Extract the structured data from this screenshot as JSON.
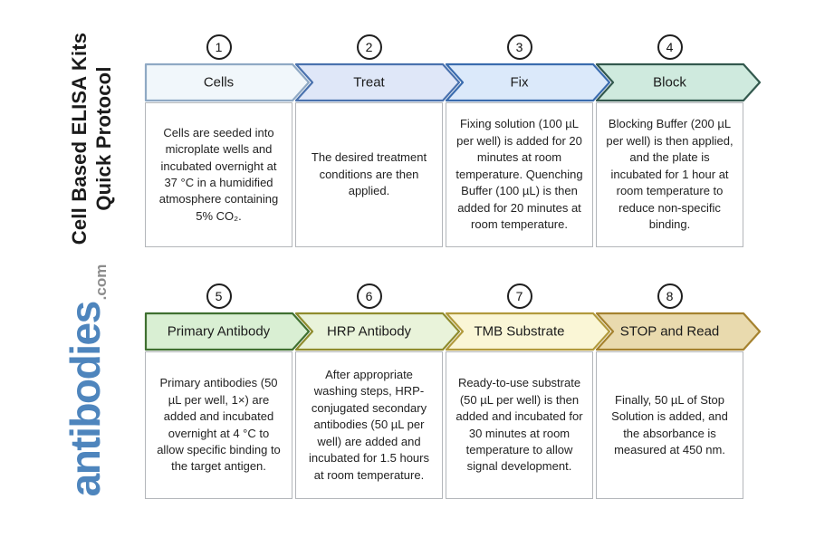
{
  "sidebar": {
    "title_line1": "Cell Based ELISA Kits",
    "title_line2": "Quick Protocol",
    "logo_text": "antibodies",
    "logo_suffix": ".com",
    "logo_color": "#4e85bd",
    "logo_suffix_color": "#8c8c8c"
  },
  "steps": [
    {
      "number": "1",
      "label": "Cells",
      "description": "Cells are seeded into microplate wells and incubated overnight at 37 °C in a humidified atmosphere containing 5% CO₂.",
      "fill": "#f1f7fb",
      "stroke": "#8fa9c4"
    },
    {
      "number": "2",
      "label": "Treat",
      "description": "The desired treatment conditions are then applied.",
      "fill": "#dfe7f8",
      "stroke": "#4a72ae"
    },
    {
      "number": "3",
      "label": "Fix",
      "description": "Fixing solution (100 µL per well) is added for 20 minutes at room temperature. Quenching Buffer (100 µL) is then added for 20 minutes at room temperature.",
      "fill": "#dbe9fa",
      "stroke": "#3a6cae"
    },
    {
      "number": "4",
      "label": "Block",
      "description": "Blocking Buffer (200 µL per well) is then applied, and the plate is incubated for 1 hour at room temperature to reduce non-specific binding.",
      "fill": "#cfeade",
      "stroke": "#33594e"
    },
    {
      "number": "5",
      "label": "Primary Antibody",
      "description": "Primary antibodies (50 µL per well, 1×) are added and incubated overnight at 4 °C to allow specific binding to the target antigen.",
      "fill": "#d9efd3",
      "stroke": "#3f7030"
    },
    {
      "number": "6",
      "label": "HRP Antibody",
      "description": "After appropriate washing steps, HRP-conjugated secondary antibodies (50 µL per well) are added and incubated for 1.5 hours at room temperature.",
      "fill": "#e9f3da",
      "stroke": "#8f8c2e"
    },
    {
      "number": "7",
      "label": "TMB Substrate",
      "description": "Ready-to-use substrate (50 µL per well) is then added and incubated for 30 minutes at room temperature to allow signal development.",
      "fill": "#faf6d6",
      "stroke": "#b29a3c"
    },
    {
      "number": "8",
      "label": "STOP and Read",
      "description": "Finally, 50 µL of Stop Solution is added, and the absorbance is measured at 450 nm.",
      "fill": "#e9daae",
      "stroke": "#a5822f"
    }
  ]
}
